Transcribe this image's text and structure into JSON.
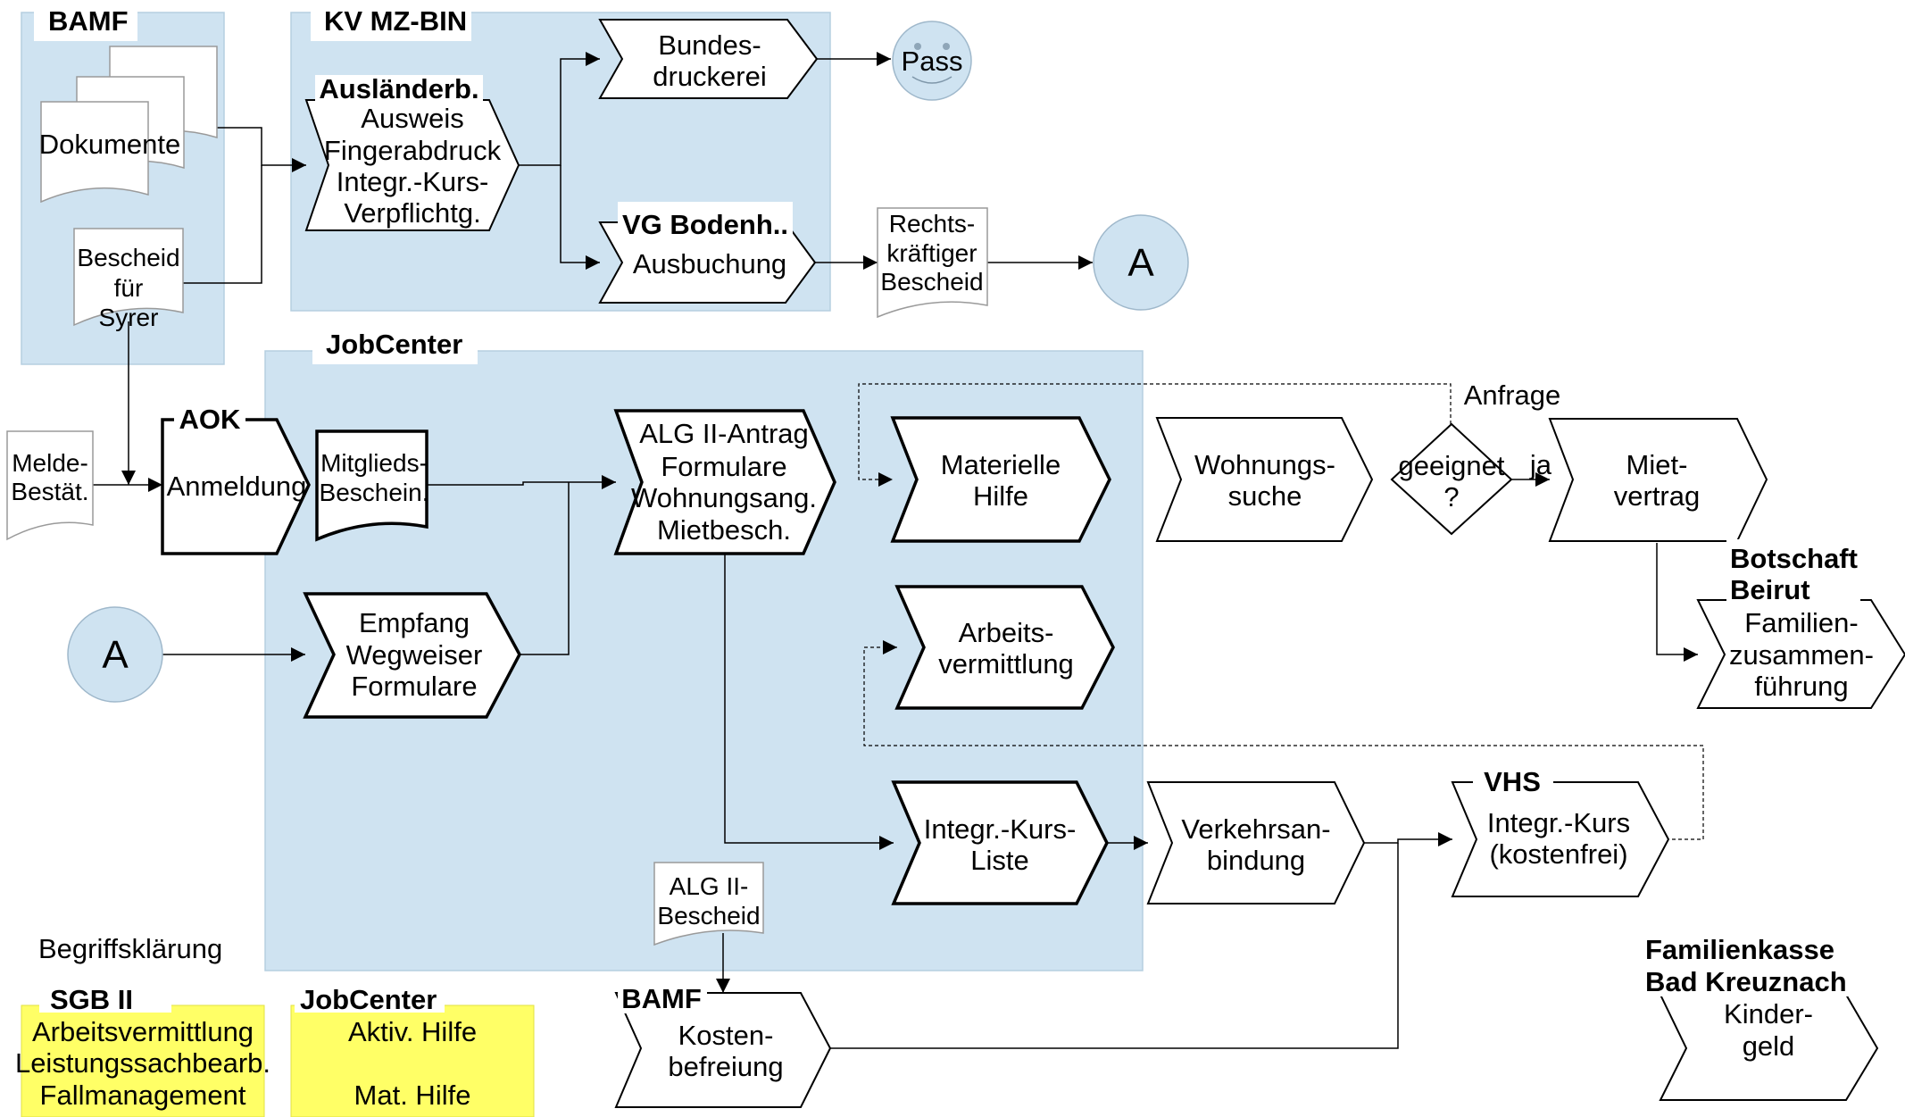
{
  "regions": {
    "bamf_top": "BAMF",
    "kv": "KV MZ-BIN",
    "jobcenter": "JobCenter"
  },
  "docs": {
    "dokumente": "Dokumente",
    "bescheid": [
      "Bescheid",
      "für",
      "Syrer"
    ],
    "rechts": [
      "Rechts-",
      "kräftiger",
      "Bescheid"
    ],
    "melde": [
      "Melde-",
      "Bestät."
    ],
    "mitglied": [
      "Mitglieds-",
      "Beschein."
    ],
    "alg_bescheid": [
      "ALG II-",
      "Bescheid"
    ]
  },
  "processes": {
    "auslaender": {
      "header": "Ausländerb.",
      "lines": [
        "Ausweis",
        "Fingerabdruck",
        "Integr.-Kurs-",
        "Verpflichtg."
      ]
    },
    "bundes": {
      "lines": [
        "Bundes-",
        "druckerei"
      ]
    },
    "vg": {
      "header": "VG Bodenh..",
      "lines": [
        "Ausbuchung"
      ]
    },
    "aok": {
      "header": "AOK",
      "lines": [
        "Anmeldung"
      ]
    },
    "alg": {
      "lines": [
        "ALG II-Antrag",
        "Formulare",
        "Wohnungsang.",
        "Mietbesch."
      ]
    },
    "materielle": {
      "lines": [
        "Materielle",
        "Hilfe"
      ]
    },
    "wohnung": {
      "lines": [
        "Wohnungs-",
        "suche"
      ]
    },
    "miet": {
      "lines": [
        "Miet-",
        "vertrag"
      ]
    },
    "empfang": {
      "lines": [
        "Empfang",
        "Wegweiser",
        "Formulare"
      ]
    },
    "arbeit": {
      "lines": [
        "Arbeits-",
        "vermittlung"
      ]
    },
    "botschaft": {
      "header": [
        "Botschaft",
        "Beirut"
      ],
      "lines": [
        "Familien-",
        "zusammen-",
        "führung"
      ]
    },
    "ikliste": {
      "lines": [
        "Integr.-Kurs-",
        "Liste"
      ]
    },
    "verkehr": {
      "lines": [
        "Verkehrsan-",
        "bindung"
      ]
    },
    "vhs": {
      "header": "VHS",
      "lines": [
        "Integr.-Kurs",
        "(kostenfrei)"
      ]
    },
    "kosten": {
      "header": "BAMF",
      "lines": [
        "Kosten-",
        "befreiung"
      ]
    },
    "kinder": {
      "header": [
        "Familienkasse",
        "Bad Kreuznach"
      ],
      "lines": [
        "Kinder-",
        "geld"
      ]
    }
  },
  "decision": {
    "lines": [
      "geeignet",
      "?"
    ],
    "yes_label": "ja",
    "query_label": "Anfrage"
  },
  "circles": {
    "pass": "Pass",
    "connector": "A"
  },
  "legend": {
    "title": "Begriffsklärung",
    "sgb": {
      "header": "SGB II",
      "lines": [
        "Arbeitsvermittlung",
        "Leistungssachbearb.",
        "Fallmanagement"
      ]
    },
    "jc": {
      "header": "JobCenter",
      "lines": [
        "Aktiv. Hilfe",
        "",
        "Mat. Hilfe"
      ]
    }
  }
}
